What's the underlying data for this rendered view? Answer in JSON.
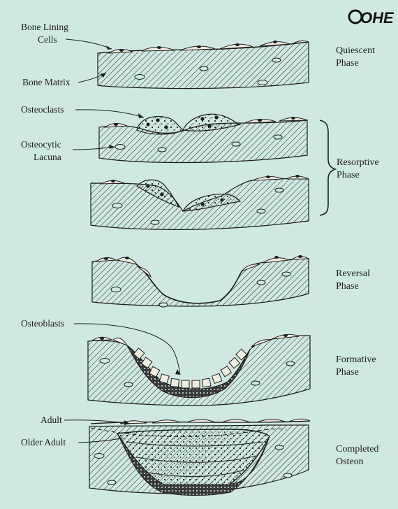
{
  "logo": "OHE",
  "labels": {
    "bone_lining_cells_1": "Bone Lining",
    "bone_lining_cells_2": "Cells",
    "bone_matrix": "Bone Matrix",
    "osteoclasts": "Osteoclasts",
    "osteocytic_lacuna_1": "Osteocytic",
    "osteocytic_lacuna_2": "Lacuna",
    "osteoblasts": "Osteoblasts",
    "adult": "Adult",
    "older_adult": "Older Adult"
  },
  "phases": {
    "quiescent": [
      "Quiescent",
      "Phase"
    ],
    "resorptive": [
      "Resorptive",
      "Phase"
    ],
    "reversal": [
      "Reversal",
      "Phase"
    ],
    "formative": [
      "Formative",
      "Phase"
    ],
    "completed": [
      "Completed",
      "Osteon"
    ]
  },
  "colors": {
    "background": "#cfe9e2",
    "ink": "#1d1d1d",
    "cell_fill": "#f1ece0"
  },
  "icons": {
    "logo": "ohe-logo-icon"
  }
}
